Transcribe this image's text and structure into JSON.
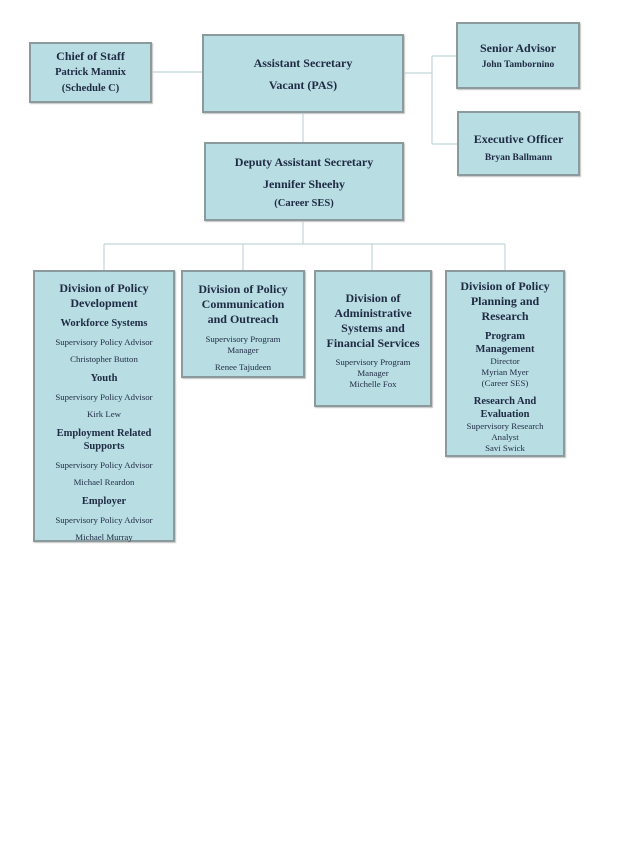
{
  "chief_of_staff": {
    "title": "Chief of Staff",
    "name": "Patrick  Mannix",
    "note": "(Schedule C)"
  },
  "assistant_secretary": {
    "title": "Assistant Secretary",
    "name": "Vacant (PAS)"
  },
  "senior_advisor": {
    "title": "Senior Advisor",
    "name": "John Tambornino"
  },
  "executive_officer": {
    "title": "Executive Officer",
    "name": "Bryan Ballmann"
  },
  "deputy": {
    "title": "Deputy Assistant Secretary",
    "name": "Jennifer Sheehy",
    "note": "(Career SES)"
  },
  "div_development": {
    "title": "Division of Policy Development",
    "sections": [
      {
        "heading": "Workforce Systems",
        "role": "Supervisory Policy Advisor",
        "name": "Christopher Button"
      },
      {
        "heading": "Youth",
        "role": "Supervisory Policy Advisor",
        "name": "Kirk Lew"
      },
      {
        "heading": "Employment Related Supports",
        "role": "Supervisory Policy Advisor",
        "name": "Michael Reardon"
      },
      {
        "heading": "Employer",
        "role": "Supervisory Policy Advisor",
        "name": "Michael Murray"
      }
    ]
  },
  "div_communication": {
    "title": "Division of Policy Communication and Outreach",
    "role": "Supervisory Program Manager",
    "name": "Renee Tajudeen"
  },
  "div_admin": {
    "title": "Division of Administrative Systems and Financial Services",
    "role": "Supervisory Program Manager",
    "name": "Michelle Fox"
  },
  "div_planning": {
    "title": "Division of Policy Planning and Research",
    "sections": [
      {
        "heading": "Program Management",
        "role": "Director",
        "name": "Myrian Myer",
        "note": "(Career SES)"
      },
      {
        "heading": "Research And Evaluation",
        "role": "Supervisory Research Analyst",
        "name": "Savi Swick"
      }
    ]
  }
}
